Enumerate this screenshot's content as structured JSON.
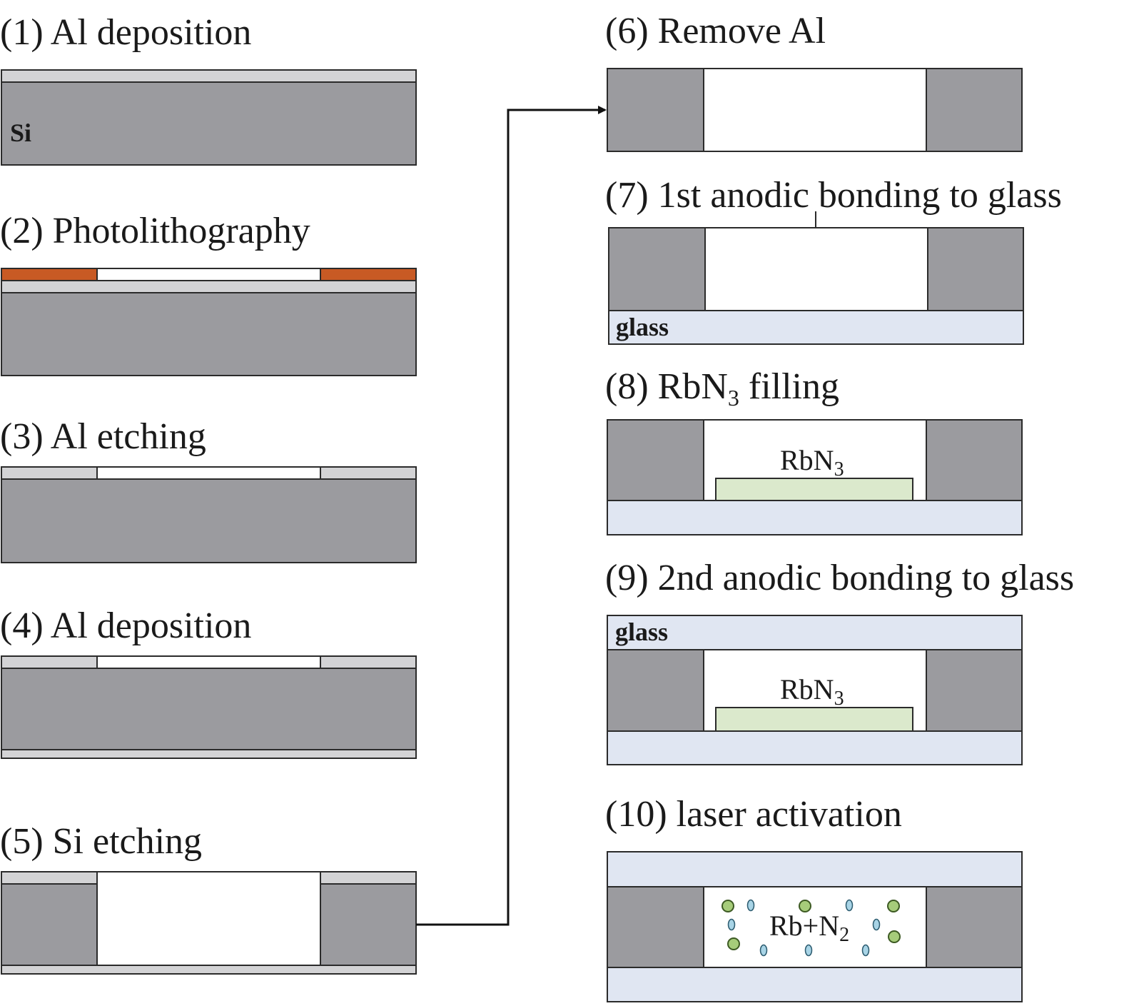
{
  "steps": {
    "s1": {
      "title": "(1) Al deposition",
      "material_label": "Si"
    },
    "s2": {
      "title": "(2) Photolithography"
    },
    "s3": {
      "title": "(3) Al etching"
    },
    "s4": {
      "title": "(4) Al deposition"
    },
    "s5": {
      "title": "(5) Si etching"
    },
    "s6": {
      "title": "(6) Remove Al"
    },
    "s7": {
      "title": "(7) 1st anodic bonding to glass",
      "material_label": "glass"
    },
    "s8": {
      "title_prefix": "(8) RbN",
      "title_sub": "3",
      "title_suffix": " filling",
      "fill_label": "RbN",
      "fill_sub": "3"
    },
    "s9": {
      "title": "(9) 2nd anodic bonding to glass",
      "material_label": "glass",
      "fill_label": "RbN",
      "fill_sub": "3"
    },
    "s10": {
      "title": "(10) laser activation",
      "gas_label": "Rb+N",
      "gas_sub": "2"
    }
  },
  "colors": {
    "silicon": "#9b9b9f",
    "aluminum": "#d3d3d5",
    "photoresist": "#c85a24",
    "glass": "#e0e6f2",
    "rbn3": "#dbe9cc",
    "rb_atom": "#a6cc7a",
    "n2_molecule": "#a8d4e6"
  }
}
